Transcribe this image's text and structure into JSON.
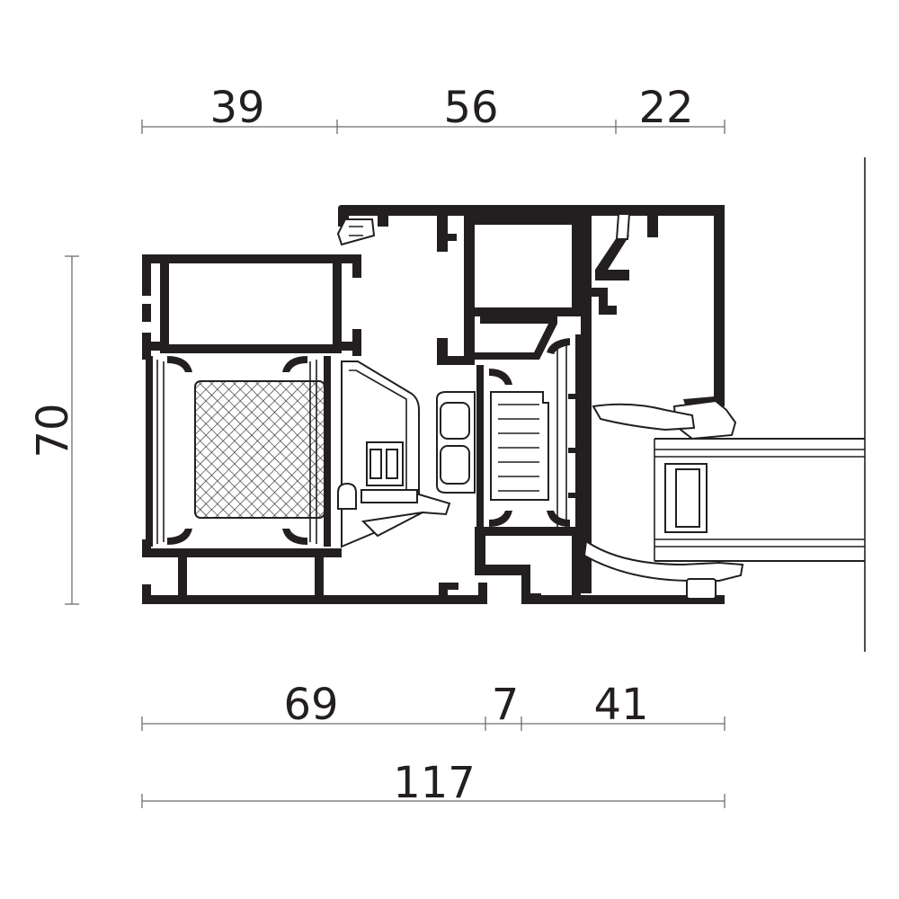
{
  "drawing": {
    "dimensions_top": [
      "39",
      "56",
      "22"
    ],
    "dimension_left": "70",
    "dimensions_bottom": [
      "69",
      "7",
      "41"
    ],
    "dimension_total": "117"
  },
  "colors": {
    "profile": "#231f20",
    "dimension_line": "#6d6e71",
    "background": "#ffffff"
  }
}
